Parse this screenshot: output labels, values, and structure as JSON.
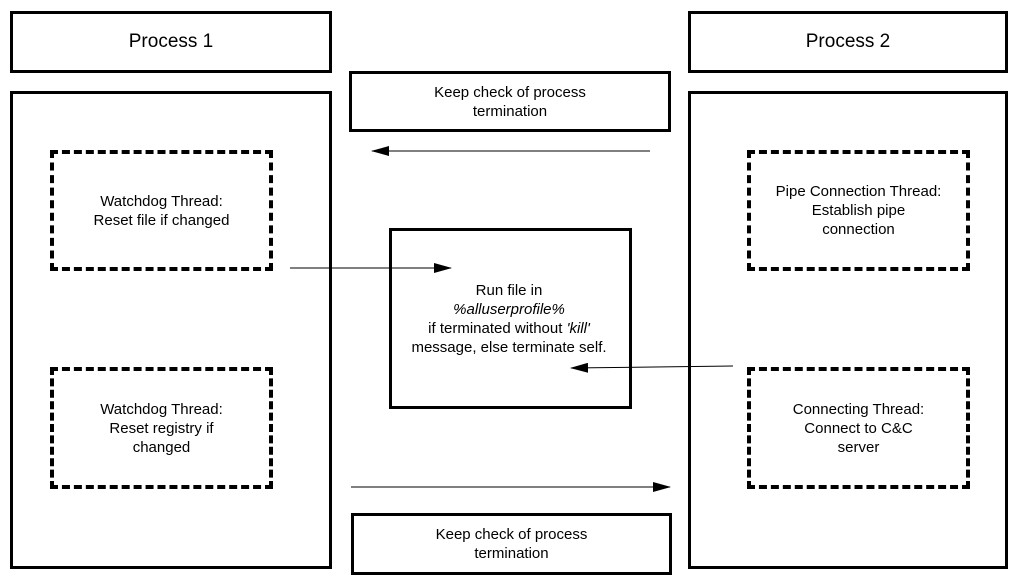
{
  "process1": {
    "title": "Process 1",
    "threads": [
      {
        "lines": [
          "Watchdog Thread:",
          "Reset file if changed"
        ]
      },
      {
        "lines": [
          "Watchdog Thread:",
          "Reset registry if",
          "changed"
        ]
      }
    ]
  },
  "process2": {
    "title": "Process 2",
    "threads": [
      {
        "lines": [
          "Pipe Connection Thread:",
          "Establish pipe",
          "connection"
        ]
      },
      {
        "lines": [
          "Connecting Thread:",
          "Connect to C&C",
          "server"
        ]
      }
    ]
  },
  "top_monitor": {
    "lines": [
      "Keep check of process",
      "termination"
    ]
  },
  "bottom_monitor": {
    "lines": [
      "Keep check of process",
      "termination"
    ]
  },
  "center": {
    "line1": "Run file in",
    "line2": "%alluserprofile%",
    "line3_pre": "if terminated without ",
    "line3_kill": "'kill'",
    "line4": "message, else terminate self."
  }
}
